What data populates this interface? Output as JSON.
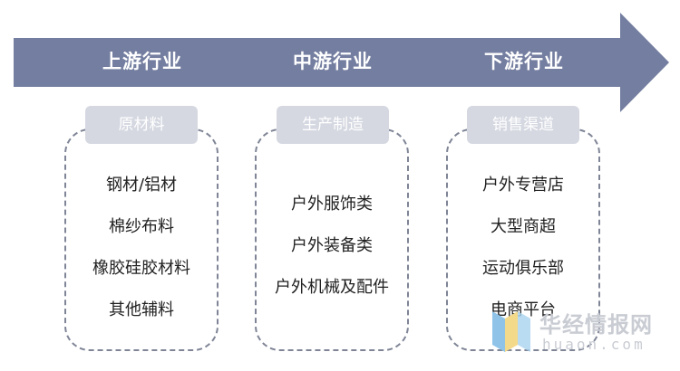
{
  "colors": {
    "arrow": "#747ea0",
    "box_border": "#7f8596",
    "tag_bg": "#d5d8e1",
    "watermark": "#c9ccd3"
  },
  "stages": [
    {
      "title": "上游行业",
      "tag": "原材料",
      "items": [
        "钢材/铝材",
        "棉纱布料",
        "橡胶硅胶材料",
        "其他辅料"
      ]
    },
    {
      "title": "中游行业",
      "tag": "生产制造",
      "items": [
        "户外服饰类",
        "户外装备类",
        "户外机械及配件"
      ]
    },
    {
      "title": "下游行业",
      "tag": "销售渠道",
      "items": [
        "户外专营店",
        "大型商超",
        "运动俱乐部",
        "电商平台"
      ]
    }
  ],
  "watermark": {
    "name": "华经情报网",
    "domain": "huaon.com"
  }
}
